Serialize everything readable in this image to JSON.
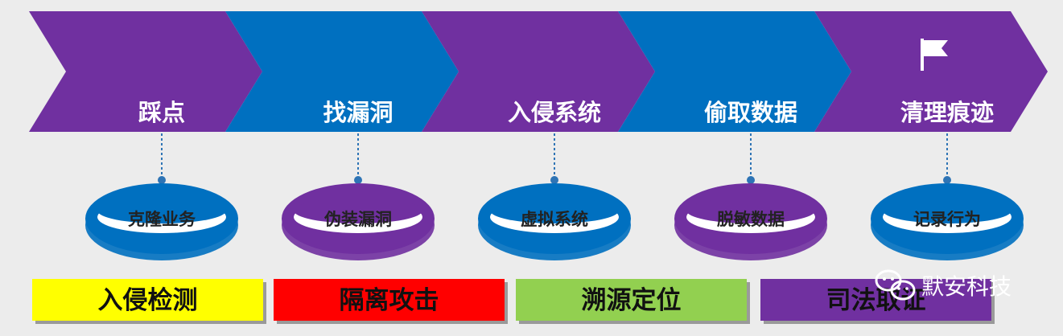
{
  "colors": {
    "purple": "#7030a0",
    "blue": "#0070c0",
    "yellow": "#ffff00",
    "red": "#ff0000",
    "green": "#92d050",
    "connector": "#2e74b5"
  },
  "stages": [
    {
      "label": "踩点",
      "color": "#7030a0",
      "counter": "克隆业务"
    },
    {
      "label": "找漏洞",
      "color": "#0070c0",
      "counter": "伪装漏洞"
    },
    {
      "label": "入侵系统",
      "color": "#7030a0",
      "counter": "虚拟系统"
    },
    {
      "label": "偷取数据",
      "color": "#0070c0",
      "counter": "脱敏数据"
    },
    {
      "label": "清理痕迹",
      "color": "#7030a0",
      "counter": "记录行为"
    }
  ],
  "rings": [
    {
      "color": "#0070c0"
    },
    {
      "color": "#7030a0"
    },
    {
      "color": "#0070c0"
    },
    {
      "color": "#7030a0"
    },
    {
      "color": "#0070c0"
    }
  ],
  "flag_icon": "flag-icon",
  "defense_bars": [
    {
      "label": "入侵检测",
      "color": "#ffff00"
    },
    {
      "label": "隔离攻击",
      "color": "#ff0000"
    },
    {
      "label": "溯源定位",
      "color": "#92d050"
    },
    {
      "label": "司法取证",
      "color": "#7030a0"
    }
  ],
  "watermark": {
    "text": "默安科技",
    "icon": "wechat-icon"
  }
}
